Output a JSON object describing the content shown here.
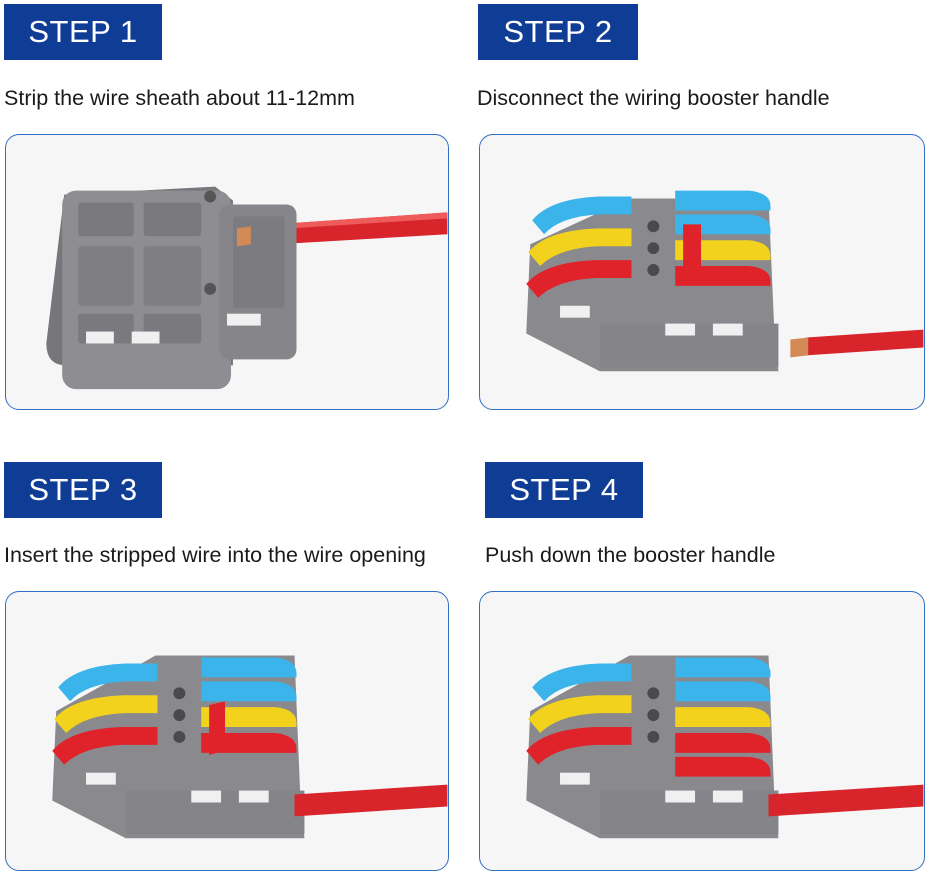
{
  "steps": [
    {
      "badge": "STEP 1",
      "caption": "Strip the wire sheath about 11-12mm"
    },
    {
      "badge": "STEP 2",
      "caption": "Disconnect the wiring booster handle"
    },
    {
      "badge": "STEP 3",
      "caption": "Insert the stripped wire into the wire opening"
    },
    {
      "badge": "STEP 4",
      "caption": "Push down the booster handle"
    }
  ],
  "colors": {
    "badge_bg": "#0f3d96",
    "panel_border": "#2f6fc4",
    "connector_gray": "#8a8a8e",
    "lever_blue": "#3ab4ea",
    "lever_yellow": "#f2d21c",
    "lever_red": "#e0232b",
    "wire_red": "#e0232b",
    "copper": "#d38a55"
  },
  "icons": [
    "connector-image",
    "wire-image",
    "lever-handle-image"
  ]
}
